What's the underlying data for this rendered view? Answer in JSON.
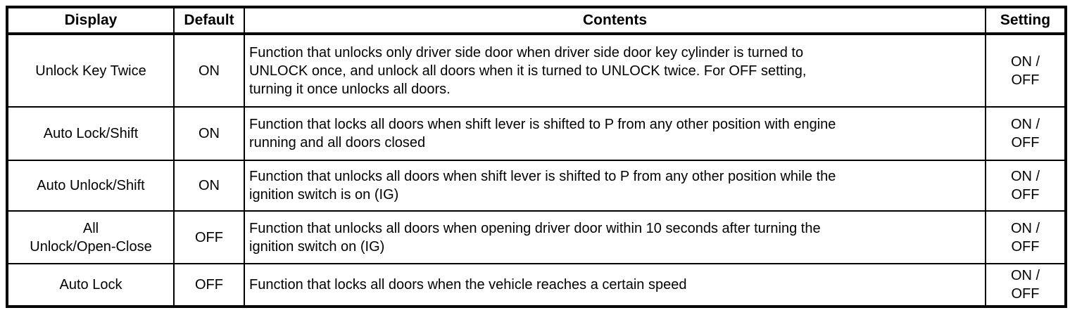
{
  "table": {
    "headers": {
      "display": "Display",
      "default": "Default",
      "contents": "Contents",
      "setting": "Setting"
    },
    "rows": [
      {
        "display": "Unlock Key Twice",
        "default": "ON",
        "contents": "Function that unlocks only driver side door when driver side door key cylinder is turned to\nUNLOCK once, and unlock all doors when it is turned to UNLOCK twice. For OFF setting,\nturning it once unlocks all doors.",
        "setting": "ON /\nOFF"
      },
      {
        "display": "Auto Lock/Shift",
        "default": "ON",
        "contents": "Function that locks all doors when shift lever is shifted to P from any other position with engine\nrunning and all doors closed",
        "setting": "ON /\nOFF"
      },
      {
        "display": "Auto Unlock/Shift",
        "default": "ON",
        "contents": "Function that unlocks all doors when shift lever is shifted to P from any other position while the\nignition switch is on (IG)",
        "setting": "ON /\nOFF"
      },
      {
        "display": "All\nUnlock/Open-Close",
        "default": "OFF",
        "contents": "Function that unlocks all doors when opening driver door within 10 seconds after turning the\nignition switch on (IG)",
        "setting": "ON /\nOFF"
      },
      {
        "display": "Auto Lock",
        "default": "OFF",
        "contents": "Function that locks all doors when the vehicle reaches a certain speed",
        "setting": "ON /\nOFF"
      }
    ]
  }
}
